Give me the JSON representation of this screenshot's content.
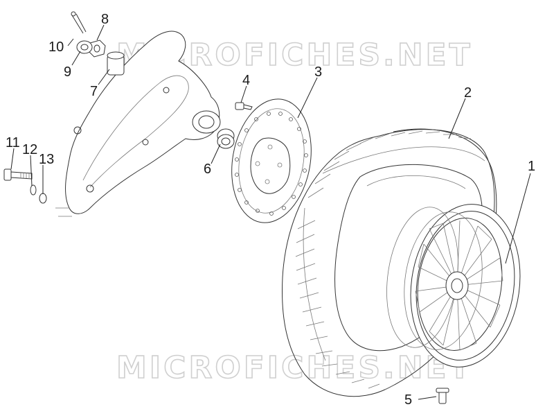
{
  "watermark": "MICROFICHES.NET",
  "labels": {
    "p1": "1",
    "p2": "2",
    "p3": "3",
    "p4": "4",
    "p5": "5",
    "p6": "6",
    "p7": "7",
    "p8": "8",
    "p9": "9",
    "p10": "10",
    "p11": "11",
    "p12": "12",
    "p13": "13"
  }
}
